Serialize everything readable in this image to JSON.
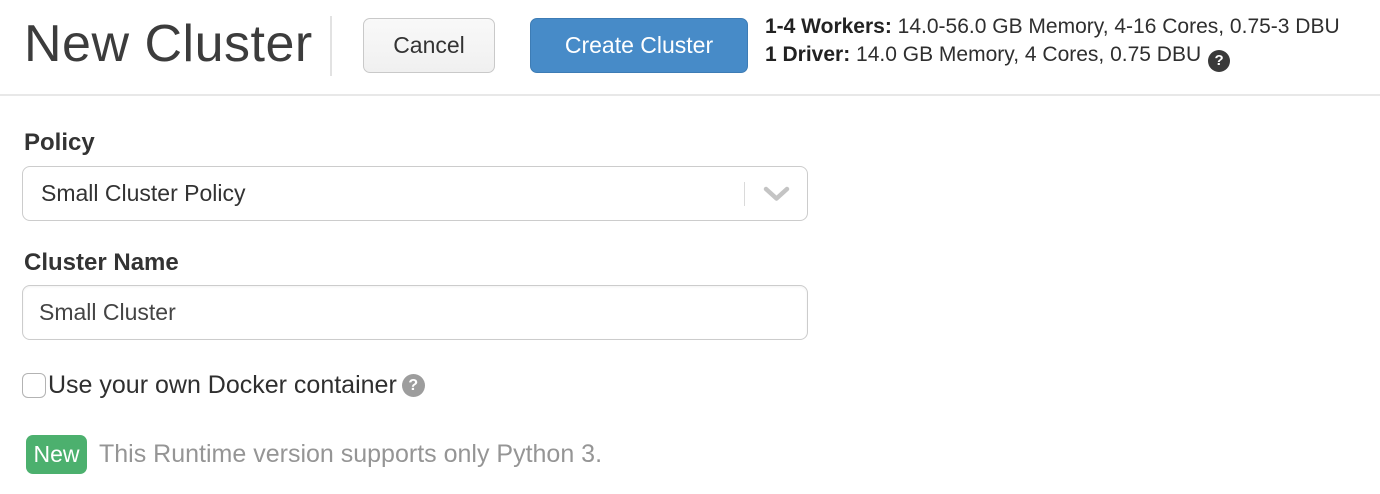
{
  "header": {
    "title": "New Cluster",
    "cancel_button": "Cancel",
    "create_button": "Create Cluster",
    "summary": {
      "workers_label": "1-4 Workers:",
      "workers_text": " 14.0-56.0 GB Memory, 4-16 Cores, 0.75-3 DBU",
      "driver_label": "1 Driver:",
      "driver_text": " 14.0 GB Memory, 4 Cores, 0.75 DBU"
    }
  },
  "icons": {
    "help_glyph": "?"
  },
  "form": {
    "policy": {
      "label": "Policy",
      "selected": "Small Cluster Policy"
    },
    "cluster_name": {
      "label": "Cluster Name",
      "value": "Small Cluster"
    },
    "docker_checkbox": {
      "label": "Use your own Docker container",
      "checked": false
    },
    "runtime_note": {
      "badge": "New",
      "text": "This Runtime version supports only Python 3."
    }
  },
  "colors": {
    "primary_blue": "#478bc8",
    "badge_green": "#4cb06e",
    "note_gray": "#959595",
    "divider_gray": "#e8e8e8"
  }
}
